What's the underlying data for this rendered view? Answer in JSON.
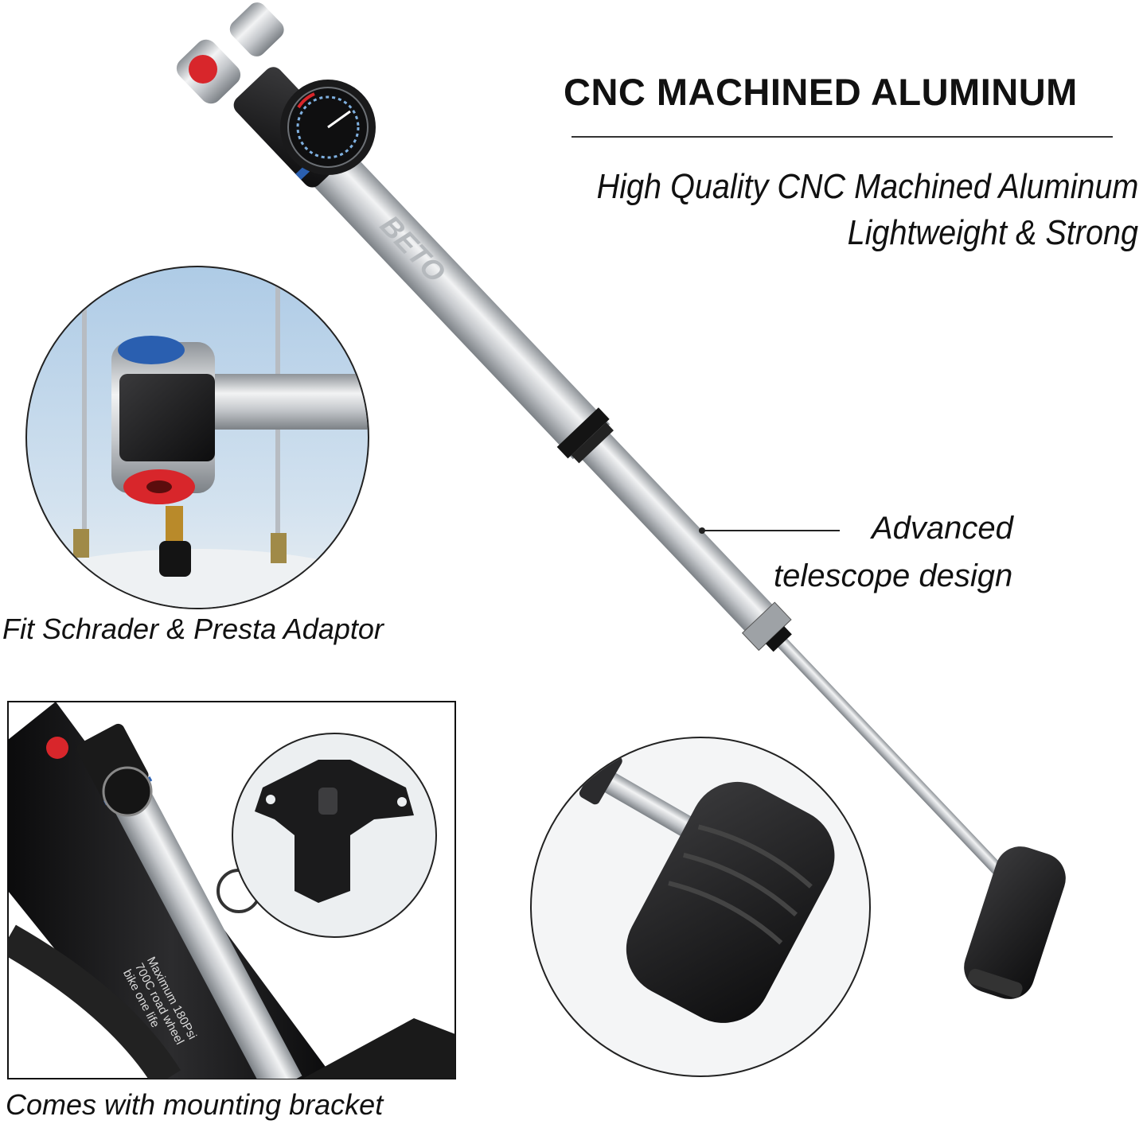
{
  "header": {
    "title": "CNC MACHINED ALUMINUM",
    "subtitle_line1": "High Quality CNC Machined Aluminum",
    "subtitle_line2": "Lightweight & Strong"
  },
  "features": {
    "telescope_line1": "Advanced",
    "telescope_line2": "telescope design",
    "adaptor_caption": "Fit Schrader & Presta Adaptor",
    "bracket_caption": "Comes with mounting bracket"
  },
  "product": {
    "brand_logo": "BETO",
    "tire_text": "Maximum 180Psi\n700C road wheel\nbike one life"
  },
  "colors": {
    "accent_blue": "#2a5fb0",
    "valve_red": "#d8262b",
    "silver": "#c9ccd0",
    "rubber_black": "#1c1c1e"
  }
}
